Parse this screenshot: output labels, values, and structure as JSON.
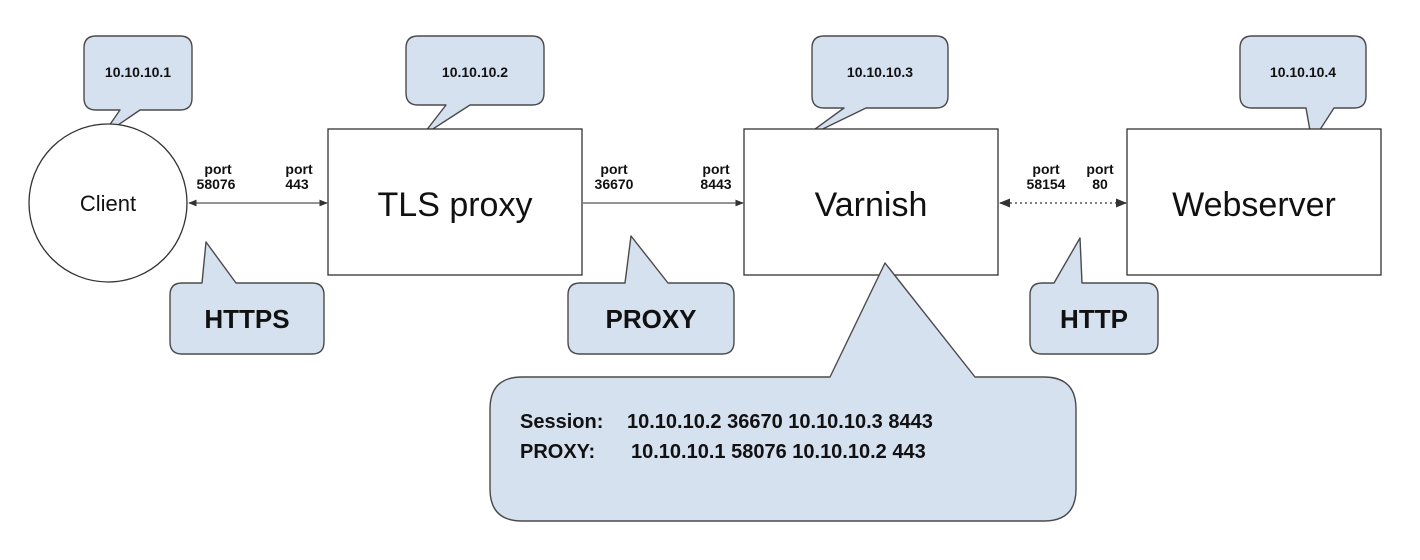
{
  "nodes": {
    "client": {
      "label": "Client",
      "ip": "10.10.10.1"
    },
    "tls_proxy": {
      "label": "TLS proxy",
      "ip": "10.10.10.2"
    },
    "varnish": {
      "label": "Varnish",
      "ip": "10.10.10.3"
    },
    "webserver": {
      "label": "Webserver",
      "ip": "10.10.10.4"
    }
  },
  "links": {
    "client_tls": {
      "protocol": "HTTPS",
      "left_port": {
        "word": "port",
        "number": "58076"
      },
      "right_port": {
        "word": "port",
        "number": "443"
      }
    },
    "tls_varnish": {
      "protocol": "PROXY",
      "left_port": {
        "word": "port",
        "number": "36670"
      },
      "right_port": {
        "word": "port",
        "number": "8443"
      }
    },
    "varnish_web": {
      "protocol": "HTTP",
      "left_port": {
        "word": "port",
        "number": "58154"
      },
      "right_port": {
        "word": "port",
        "number": "80"
      }
    }
  },
  "session_info": {
    "session_label": "Session:",
    "session_value": "10.10.10.2 36670 10.10.10.3 8443",
    "proxy_label": "PROXY:",
    "proxy_value": "10.10.10.1 58076 10.10.10.2 443"
  }
}
